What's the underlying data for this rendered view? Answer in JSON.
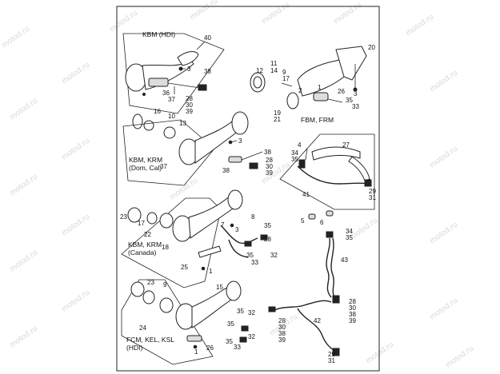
{
  "watermark": "motod.ru",
  "captions": {
    "kbm_hdi": "KBM (HDI)",
    "fbm_frm": "FBM, FRM",
    "kbm_krm_dom_1": "KBM, KRM",
    "kbm_krm_dom_2": "(Dom, Cal)",
    "kbm_krm_can_1": "KBM, KRM",
    "kbm_krm_can_2": "(Canada)",
    "fcm_1": "FCM, KEL, KSL",
    "fcm_2": "(HDI)"
  },
  "callouts": {
    "c40": "40",
    "c3a": "3",
    "c36": "36",
    "c37a": "37",
    "c38a": "38",
    "c28a": "28",
    "c30a": "30",
    "c39a": "39",
    "c16": "16",
    "c10": "10",
    "c13": "13",
    "c12": "12",
    "c11": "11",
    "c14": "14",
    "c9a": "9",
    "c17a": "17",
    "c20": "20",
    "c2": "2",
    "c1": "1",
    "c26a": "26",
    "c35a": "35",
    "c33a": "33",
    "c3b": "3",
    "c19": "19",
    "c21": "21",
    "c4": "4",
    "c34a": "34",
    "c35b": "35",
    "c27": "27",
    "c29a": "29",
    "c31a": "31",
    "c41": "41",
    "c3c": "3",
    "c38b": "38",
    "c28b": "28",
    "c30b": "30",
    "c39b": "39",
    "c37b": "37",
    "c38c": "38",
    "c23a": "23",
    "c17b": "17",
    "c22": "22",
    "c18": "18",
    "c7": "7",
    "c8": "8",
    "c3d": "3",
    "c35c": "35",
    "c28c": "28",
    "c32a": "32",
    "c35d": "35",
    "c33b": "33",
    "c25": "25",
    "c1b": "1",
    "c5": "5",
    "c6": "6",
    "c34b": "34",
    "c35e": "35",
    "c43": "43",
    "c23b": "23",
    "c9b": "9",
    "c15": "15",
    "c24": "24",
    "c35f": "35",
    "c32b": "32",
    "c35g": "35",
    "c32c": "32",
    "c26b": "26",
    "c35h": "35",
    "c33c": "33",
    "c1c": "1",
    "c28d": "28",
    "c30c": "30",
    "c38d": "38",
    "c39c": "39",
    "c42": "42",
    "c28e": "28",
    "c30d": "30",
    "c38e": "38",
    "c39d": "39",
    "c29b": "29",
    "c31b": "31"
  }
}
